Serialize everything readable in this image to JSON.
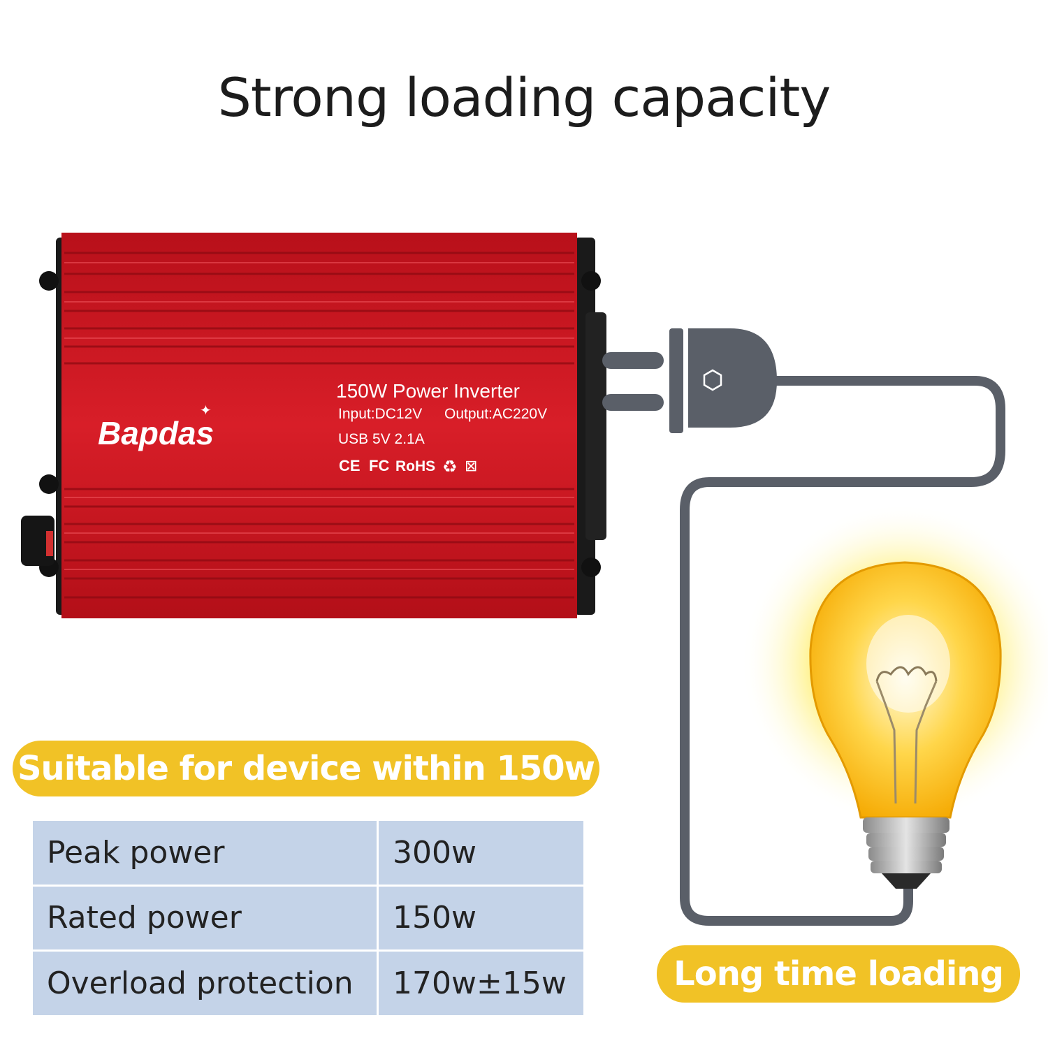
{
  "headline": "Strong loading capacity",
  "product": {
    "brand": "Bapdas",
    "model_line": "150W Power Inverter",
    "input": "Input:DC12V",
    "output": "Output:AC220V",
    "usb": "USB 5V 2.1A",
    "cert_ce": "CE",
    "cert_fc": "FC",
    "cert_rohs": "RoHS",
    "recycle_symbol": "♻",
    "weee_symbol": "⊠"
  },
  "callouts": {
    "suitable": "Suitable for device within 150w",
    "long_time": "Long time loading"
  },
  "specs": [
    {
      "label": "Peak power",
      "value": "300w"
    },
    {
      "label": "Rated power",
      "value": "150w"
    },
    {
      "label": "Overload protection",
      "value": "170w±15w"
    }
  ],
  "colors": {
    "inverter_red": "#c8141e",
    "callout_yellow": "#f1c226",
    "table_blue": "#c4d3e8",
    "plug_gray": "#5a5f68"
  }
}
